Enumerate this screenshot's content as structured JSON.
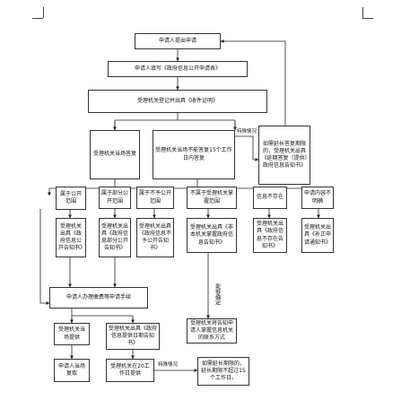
{
  "nodes": {
    "n1": "申请人提出申请",
    "n2": "申请人填写《政府信息公开申请表》",
    "n3": "受理机关登记并出具《收件证明》",
    "n4": "受理机关当场答复",
    "n5": "受理机关当场不能答复15个工作日内答复",
    "n6": "如需延长答复期限的，受理机关出具《延期答复（提供）政府信息告知书》",
    "n7": "属于公开范围",
    "n8": "属于部分公开范围",
    "n9": "属于不予公开范围",
    "n10": "不属于受理机关掌握范围",
    "n11": "信息不存在",
    "n12": "申请内容不明确",
    "n13": "受理机关出具《政府信息公开告知书》",
    "n14": "受理机关出具《政府信息部分公开告知书》",
    "n15": "受理机关出具《政府信息不予公开告知书》",
    "n16": "受理机关出具《非本机关掌握政府信息告知书》",
    "n17": "受理机关出具《政府信息不存在告知书》",
    "n18": "受理机关出具《补正申请通知书》",
    "n19": "申请人办理缴费等申请手续",
    "n20": "受理机关当场提供",
    "n21": "受理机关出具《政府信息提供日期告知书》",
    "n22": "受理机关将告知申请人掌握信息机关的联系方式",
    "n23": "申请人当场复取",
    "n24": "受理机关在20工作日提供",
    "n25": "如需延长期限的，延长期限不超过15个工作日。"
  },
  "edge_labels": {
    "special1": "特殊情况",
    "special2": "特殊情况",
    "confirm": "能够确定"
  }
}
